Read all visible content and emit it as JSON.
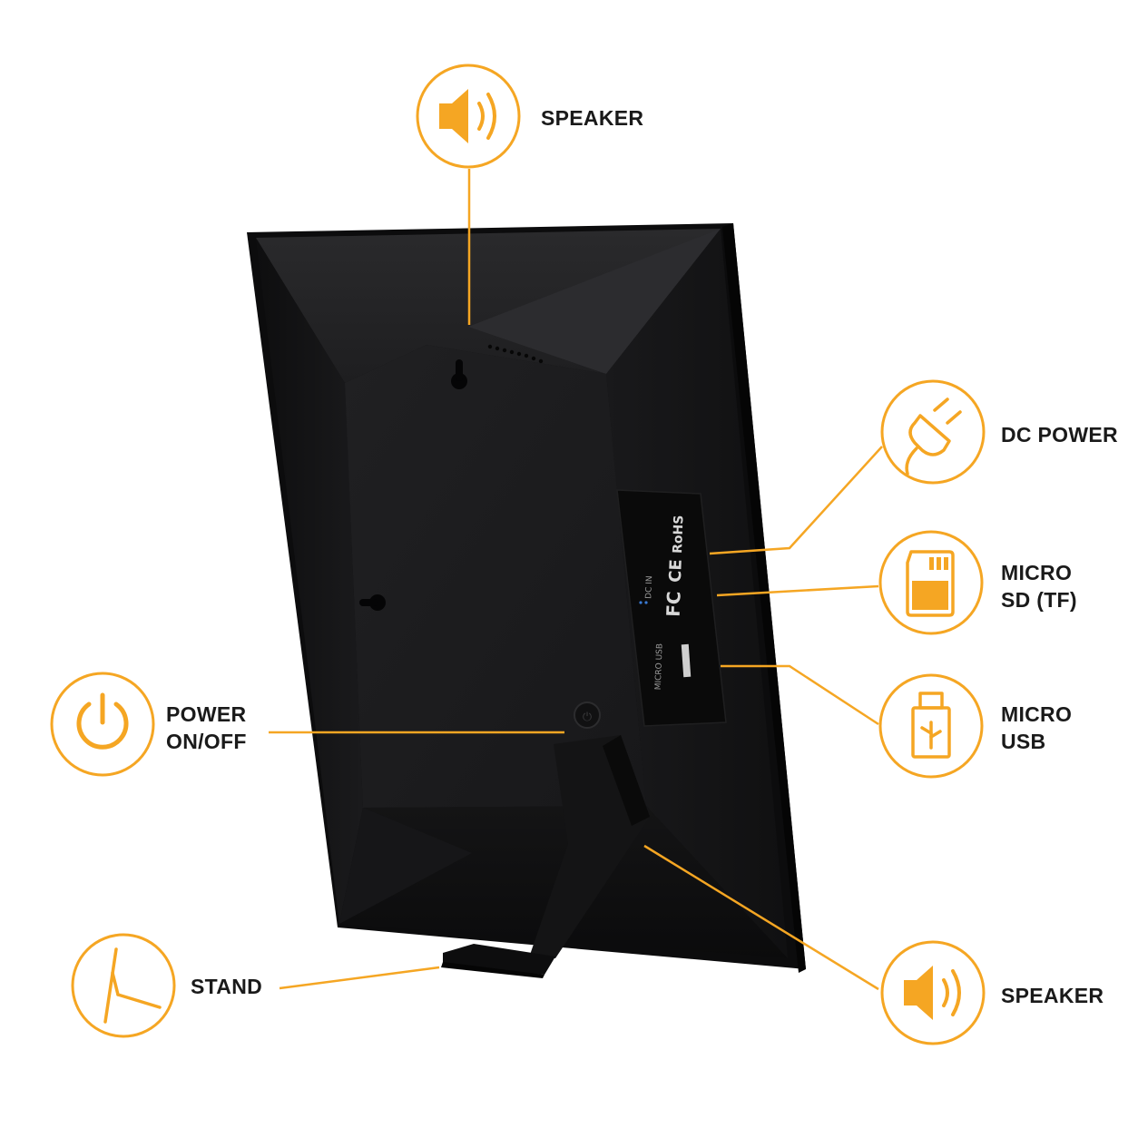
{
  "accent_color": "#F5A623",
  "device_color": "#1b1b1d",
  "callouts": [
    {
      "id": "speaker-top",
      "icon": "speaker-icon",
      "lines": [
        "SPEAKER"
      ]
    },
    {
      "id": "dc-power",
      "icon": "plug-icon",
      "lines": [
        "DC POWER"
      ]
    },
    {
      "id": "micro-sd",
      "icon": "sd-card-icon",
      "lines": [
        "MICRO",
        "SD (TF)"
      ]
    },
    {
      "id": "micro-usb",
      "icon": "usb-icon",
      "lines": [
        "MICRO",
        "USB"
      ]
    },
    {
      "id": "power",
      "icon": "power-icon",
      "lines": [
        "POWER",
        "ON/OFF"
      ]
    },
    {
      "id": "stand",
      "icon": "stand-icon",
      "lines": [
        "STAND"
      ]
    },
    {
      "id": "speaker-bottom",
      "icon": "speaker-icon",
      "lines": [
        "SPEAKER"
      ]
    }
  ],
  "label_sticker": {
    "marks": [
      "FC",
      "CE",
      "RoHS"
    ],
    "port_text": [
      "DC IN",
      "MICRO USB"
    ]
  }
}
